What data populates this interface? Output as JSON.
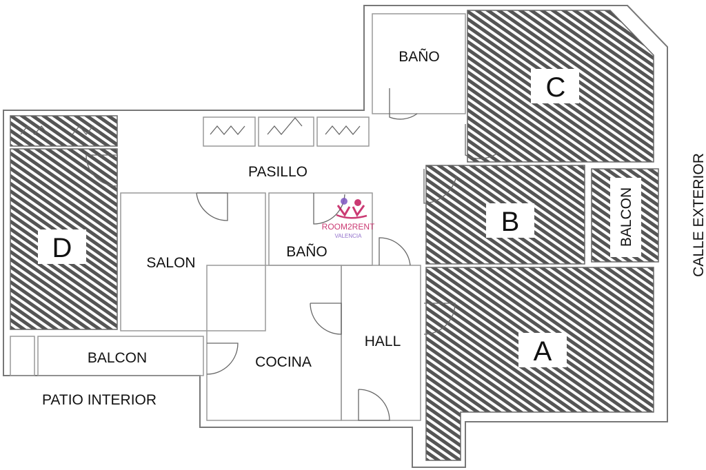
{
  "plan": {
    "rooms": {
      "bano_top": "BAÑO",
      "c": "C",
      "pasillo": "PASILLO",
      "b": "B",
      "balcon_right": "BALCON",
      "d": "D",
      "salon": "SALON",
      "bano_small": "BAÑO",
      "hall": "HALL",
      "a": "A",
      "balcon_left": "BALCON",
      "cocina": "COCINA"
    },
    "outside": {
      "patio": "PATIO INTERIOR",
      "calle": "CALLE EXTERIOR"
    },
    "watermark": {
      "brand": "ROOM2RENT",
      "city": "VALENCIA",
      "color": "#c2185b"
    }
  }
}
